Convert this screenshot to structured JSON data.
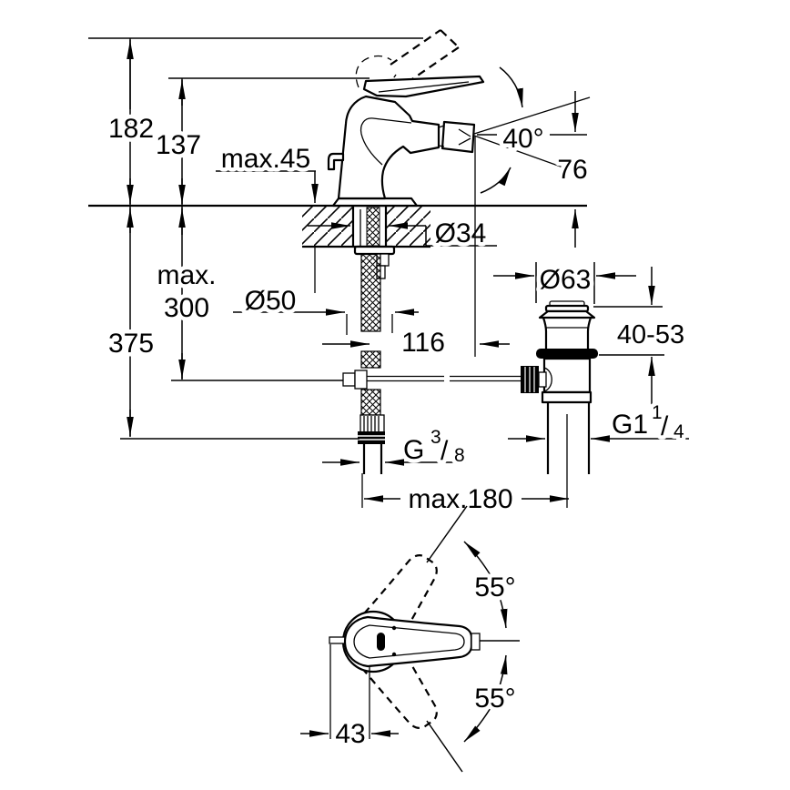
{
  "colors": {
    "line": "#000000",
    "background": "#ffffff"
  },
  "side_view": {
    "height_overall": "182",
    "height_to_lever": "137",
    "max_deck_thickness": "max.45",
    "spout_angle": "40°",
    "spout_height": "76",
    "shank_diameter": "Ø34",
    "hose_length_max_line1": "max.",
    "hose_length_max_line2": "300",
    "base_diameter": "Ø50",
    "overall_height_below": "375",
    "spout_reach": "116",
    "waste_flange_diameter": "Ø63",
    "deck_clamp_range": "40-53",
    "supply_thread": {
      "prefix": "G",
      "numerator": "3",
      "slash": "/",
      "denominator": "8"
    },
    "waste_thread": {
      "prefix": "G1",
      "numerator": "1",
      "slash": "/",
      "denominator": "4"
    },
    "max_width": "max.180"
  },
  "top_view": {
    "handle_swing_upper": "55°",
    "handle_swing_lower": "55°",
    "handle_offset": "43"
  }
}
